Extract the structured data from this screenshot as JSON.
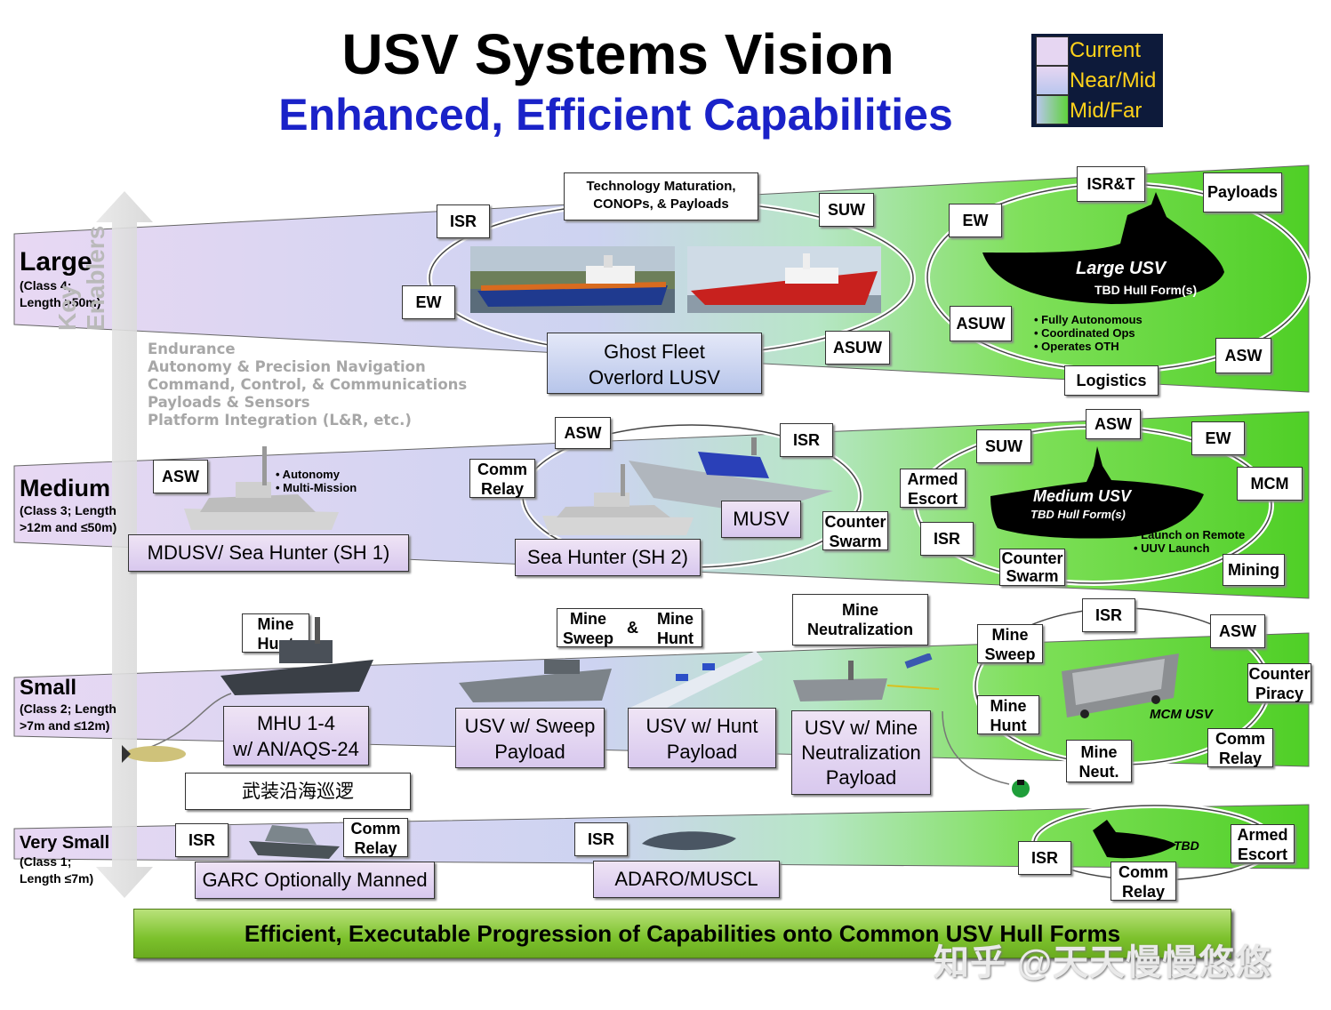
{
  "title": "USV Systems Vision",
  "subtitle": "Enhanced, Efficient Capabilities",
  "legend": [
    "Current",
    "Near/Mid",
    "Mid/Far"
  ],
  "key_enablers": {
    "label": "Key Enablers",
    "items": [
      "Endurance",
      "Autonomy & Precision Navigation",
      "Command, Control, & Communications",
      "Payloads & Sensors",
      "Platform Integration (L&R, etc.)"
    ]
  },
  "classes": {
    "large": {
      "name": "Large",
      "sub": "(Class 4;\nLength >50m)"
    },
    "medium": {
      "name": "Medium",
      "sub": "(Class 3; Length\n>12m and ≤50m)"
    },
    "small": {
      "name": "Small",
      "sub": "(Class 2; Length\n>7m and ≤12m)"
    },
    "very_small": {
      "name": "Very Small",
      "sub": "(Class 1;\nLength ≤7m)"
    }
  },
  "large": {
    "tech_box": "Technology Maturation,\nCONOPs, & Payloads",
    "isr": "ISR",
    "ew": "EW",
    "suw": "SUW",
    "asuw": "ASUW",
    "platform": "Ghost Fleet\nOverlord LUSV",
    "future_name": "Large USV",
    "future_hull": "TBD Hull Form(s)",
    "future_bullets": "• Fully Autonomous\n• Coordinated Ops\n• Operates OTH",
    "future_tags": {
      "isrt": "ISR&T",
      "payloads": "Payloads",
      "ew": "EW",
      "asuw": "ASUW",
      "asw": "ASW",
      "logistics": "Logistics"
    }
  },
  "medium": {
    "asw": "ASW",
    "bullets": "• Autonomy\n• Multi-Mission",
    "current_platform": "MDUSV/ Sea Hunter (SH 1)",
    "asw2": "ASW",
    "comm_relay": "Comm\nRelay",
    "isr": "ISR",
    "musv": "MUSV",
    "counter_swarm": "Counter\nSwarm",
    "near_platform": "Sea Hunter (SH 2)",
    "future_name": "Medium USV",
    "future_hull": "TBD Hull Form(s)",
    "future_bullets": "• Launch on Remote\n• UUV Launch",
    "future_tags": {
      "suw": "SUW",
      "asw": "ASW",
      "ew": "EW",
      "armed_escort": "Armed\nEscort",
      "mcm": "MCM",
      "isr": "ISR",
      "counter_swarm": "Counter\nSwarm",
      "mining": "Mining"
    }
  },
  "small": {
    "mine_hunt": "Mine\nHunt",
    "mhu": "MHU  1-4\nw/ AN/AQS-24",
    "chinese": "武装沿海巡逻",
    "mine_sweep": "Mine\nSweep",
    "amp": "&",
    "mine_hunt2": "Mine\nHunt",
    "sweep_payload": "USV w/ Sweep\nPayload",
    "hunt_payload": "USV w/ Hunt\nPayload",
    "mine_neut": "Mine\nNeutralization",
    "neut_payload": "USV w/ Mine\nNeutralization\nPayload",
    "future_name": "MCM USV",
    "future_tags": {
      "isr": "ISR",
      "asw": "ASW",
      "mine_sweep": "Mine\nSweep",
      "counter_piracy": "Counter\nPiracy",
      "mine_hunt": "Mine\nHunt",
      "mine_neut": "Mine\nNeut.",
      "comm_relay": "Comm\nRelay"
    }
  },
  "very_small": {
    "isr": "ISR",
    "comm_relay": "Comm\nRelay",
    "garc": "GARC Optionally Manned",
    "isr2": "ISR",
    "adaro": "ADARO/MUSCL",
    "future_name": "TBD",
    "future_tags": {
      "isr": "ISR",
      "comm_relay": "Comm\nRelay",
      "armed_escort": "Armed\nEscort"
    }
  },
  "banner": "Efficient, Executable Progression of Capabilities onto Common USV Hull Forms",
  "watermark": "知乎 @天天慢慢悠悠",
  "colors": {
    "lavender": "#e6d6f2",
    "blue": "#c9d2f0",
    "green": "#5fd23c",
    "title_blue": "#1a22c8"
  }
}
